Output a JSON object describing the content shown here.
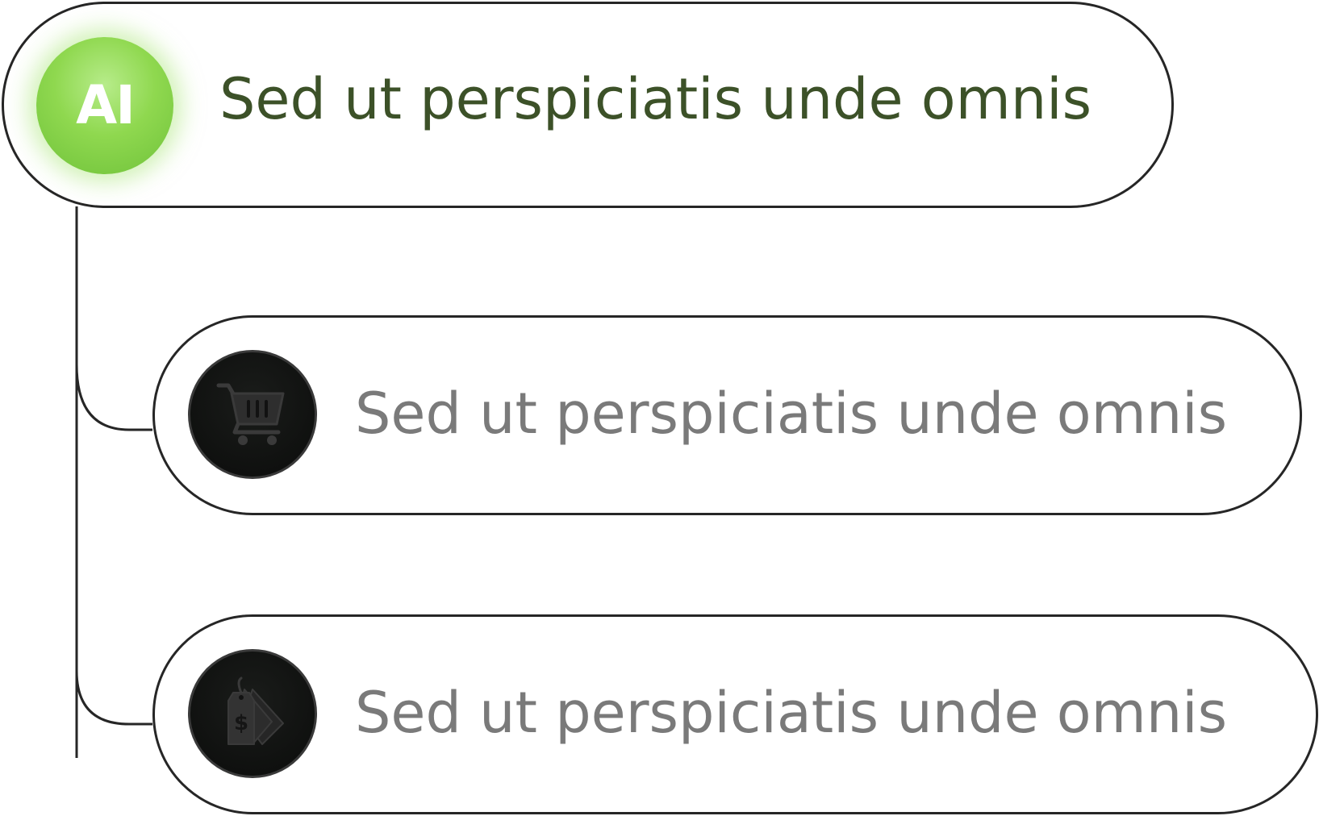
{
  "colors": {
    "outline": "#262626",
    "accent_green": "#8fd84f",
    "title_text": "#3c5128",
    "item_text": "#7a7a7a",
    "dark_badge": "#0b0c0b",
    "icon_gray": "#3a3a3a"
  },
  "root": {
    "badge_text": "AI",
    "label": "Sed ut perspiciatis unde omnis"
  },
  "items": [
    {
      "icon": "shopping-cart-icon",
      "label": "Sed ut perspiciatis unde omnis"
    },
    {
      "icon": "price-tags-icon",
      "label": "Sed ut perspiciatis unde omnis"
    }
  ]
}
